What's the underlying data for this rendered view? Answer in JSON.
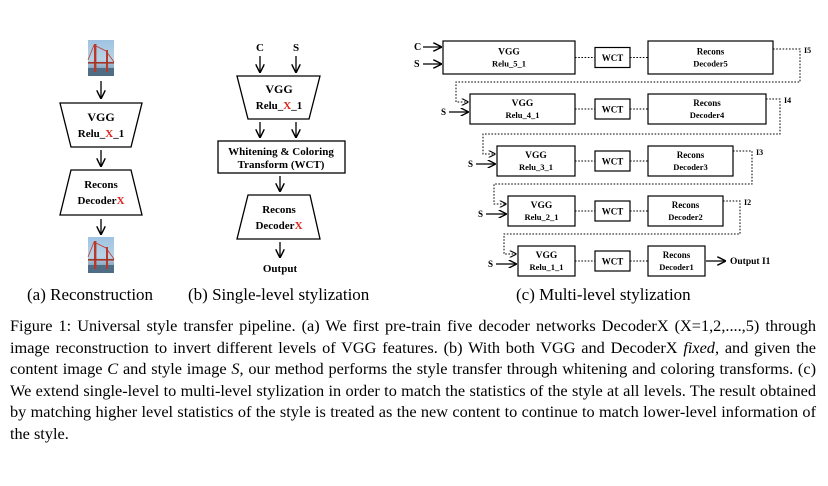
{
  "panel_a": {
    "encoder": {
      "line1": "VGG",
      "line2_prefix": "Relu_",
      "line2_x": "X",
      "line2_suffix": "_1"
    },
    "decoder": {
      "line1": "Recons",
      "line2_prefix": "Decoder",
      "line2_x": "X"
    },
    "caption": "(a) Reconstruction"
  },
  "panel_b": {
    "input_c": "C",
    "input_s": "S",
    "encoder": {
      "line1": "VGG",
      "line2_prefix": "Relu_",
      "line2_x": "X",
      "line2_suffix": "_1"
    },
    "wct": {
      "line1": "Whitening & Coloring",
      "line2": "Transform (WCT)"
    },
    "decoder": {
      "line1": "Recons",
      "line2_prefix": "Decoder",
      "line2_x": "X"
    },
    "output": "Output",
    "caption": "(b) Single-level stylization"
  },
  "panel_c": {
    "input_c": "C",
    "input_s": "S",
    "levels": [
      {
        "vgg": "VGG",
        "relu": "Relu_5_1",
        "wct": "WCT",
        "recons": "Recons",
        "decoder": "Decoder5",
        "out": "I5"
      },
      {
        "vgg": "VGG",
        "relu": "Relu_4_1",
        "wct": "WCT",
        "recons": "Recons",
        "decoder": "Decoder4",
        "out": "I4"
      },
      {
        "vgg": "VGG",
        "relu": "Relu_3_1",
        "wct": "WCT",
        "recons": "Recons",
        "decoder": "Decoder3",
        "out": "I3"
      },
      {
        "vgg": "VGG",
        "relu": "Relu_2_1",
        "wct": "WCT",
        "recons": "Recons",
        "decoder": "Decoder2",
        "out": "I2"
      },
      {
        "vgg": "VGG",
        "relu": "Relu_1_1",
        "wct": "WCT",
        "recons": "Recons",
        "decoder": "Decoder1",
        "out": "I1"
      }
    ],
    "final_output": "Output",
    "caption": "(c) Multi-level stylization"
  },
  "caption": {
    "t1": "Figure 1: Universal style transfer pipeline. (a) We first pre-train five decoder networks DecoderX (X=1,2,....,5) through image reconstruction to invert different levels of VGG features. (b) With both VGG and DecoderX ",
    "fixed": "fixed",
    "t2": ", and given the content image ",
    "c": "C",
    "t3": " and style image ",
    "s": "S",
    "t4": ", our method performs the style transfer through whitening and coloring transforms. (c) We extend single-level to multi-level stylization in order to match the statistics of the style at all levels. The result obtained by matching higher level statistics of the style is treated as the new content to continue to match lower-level information of the style."
  },
  "colors": {
    "highlight_x": "#e0201b",
    "sky_top": "#9ec3e2",
    "bridge": "#c0392b"
  }
}
